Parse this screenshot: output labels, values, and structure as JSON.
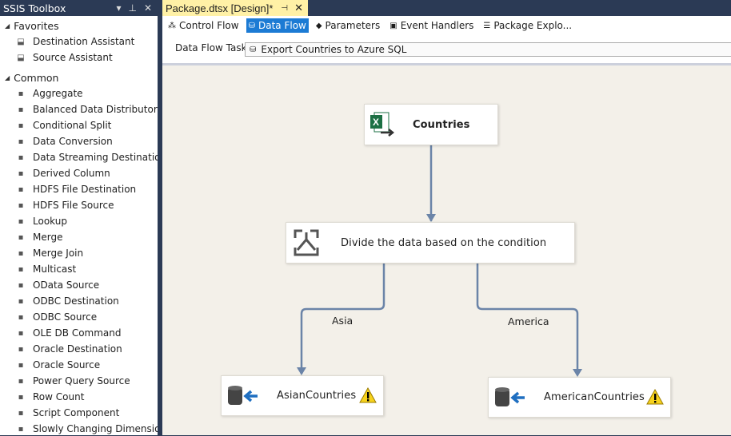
{
  "toolbox": {
    "title": "SSIS Toolbox",
    "controls": [
      "dropdown-icon",
      "pin-icon",
      "close-icon"
    ],
    "groups": [
      {
        "label": "Favorites",
        "items": [
          {
            "label": "Destination Assistant",
            "icon": "destination-assistant-icon"
          },
          {
            "label": "Source Assistant",
            "icon": "source-assistant-icon"
          }
        ]
      },
      {
        "label": "Common",
        "items": [
          {
            "label": "Aggregate",
            "icon": "aggregate-icon"
          },
          {
            "label": "Balanced Data Distributor",
            "icon": "balanced-data-distributor-icon"
          },
          {
            "label": "Conditional Split",
            "icon": "conditional-split-icon"
          },
          {
            "label": "Data Conversion",
            "icon": "data-conversion-icon"
          },
          {
            "label": "Data Streaming Destination",
            "icon": "data-streaming-destination-icon"
          },
          {
            "label": "Derived Column",
            "icon": "derived-column-icon"
          },
          {
            "label": "HDFS File Destination",
            "icon": "hdfs-file-destination-icon"
          },
          {
            "label": "HDFS File Source",
            "icon": "hdfs-file-source-icon"
          },
          {
            "label": "Lookup",
            "icon": "lookup-icon"
          },
          {
            "label": "Merge",
            "icon": "merge-icon"
          },
          {
            "label": "Merge Join",
            "icon": "merge-join-icon"
          },
          {
            "label": "Multicast",
            "icon": "multicast-icon"
          },
          {
            "label": "OData Source",
            "icon": "odata-source-icon"
          },
          {
            "label": "ODBC Destination",
            "icon": "odbc-destination-icon"
          },
          {
            "label": "ODBC Source",
            "icon": "odbc-source-icon"
          },
          {
            "label": "OLE DB Command",
            "icon": "ole-db-command-icon"
          },
          {
            "label": "Oracle Destination",
            "icon": "oracle-destination-icon"
          },
          {
            "label": "Oracle Source",
            "icon": "oracle-source-icon"
          },
          {
            "label": "Power Query Source",
            "icon": "power-query-source-icon"
          },
          {
            "label": "Row Count",
            "icon": "row-count-icon"
          },
          {
            "label": "Script Component",
            "icon": "script-component-icon"
          },
          {
            "label": "Slowly Changing Dimension",
            "icon": "slowly-changing-dimension-icon"
          }
        ]
      }
    ]
  },
  "document_tab": {
    "label": "Package.dtsx [Design]*"
  },
  "designer_tabs": [
    {
      "label": "Control Flow",
      "icon": "control-flow-icon",
      "active": false
    },
    {
      "label": "Data Flow",
      "icon": "data-flow-icon",
      "active": true
    },
    {
      "label": "Parameters",
      "icon": "parameters-icon",
      "active": false
    },
    {
      "label": "Event Handlers",
      "icon": "event-handlers-icon",
      "active": false
    },
    {
      "label": "Package Explo...",
      "icon": "package-explorer-icon",
      "active": false
    }
  ],
  "task": {
    "label": "Data Flow Task:",
    "value": "Export Countries to Azure SQL"
  },
  "flow": {
    "nodes": {
      "source": {
        "label": "Countries",
        "icon": "excel-source-icon"
      },
      "split": {
        "label": "Divide the data based on the condition",
        "icon": "conditional-split-icon"
      },
      "asian": {
        "label": "AsianCountries",
        "icon": "database-destination-icon",
        "warning": true
      },
      "american": {
        "label": "AmericanCountries",
        "icon": "database-destination-icon",
        "warning": true
      }
    },
    "paths": {
      "asia": "Asia",
      "america": "America"
    },
    "line_color": "#6b84a8"
  }
}
